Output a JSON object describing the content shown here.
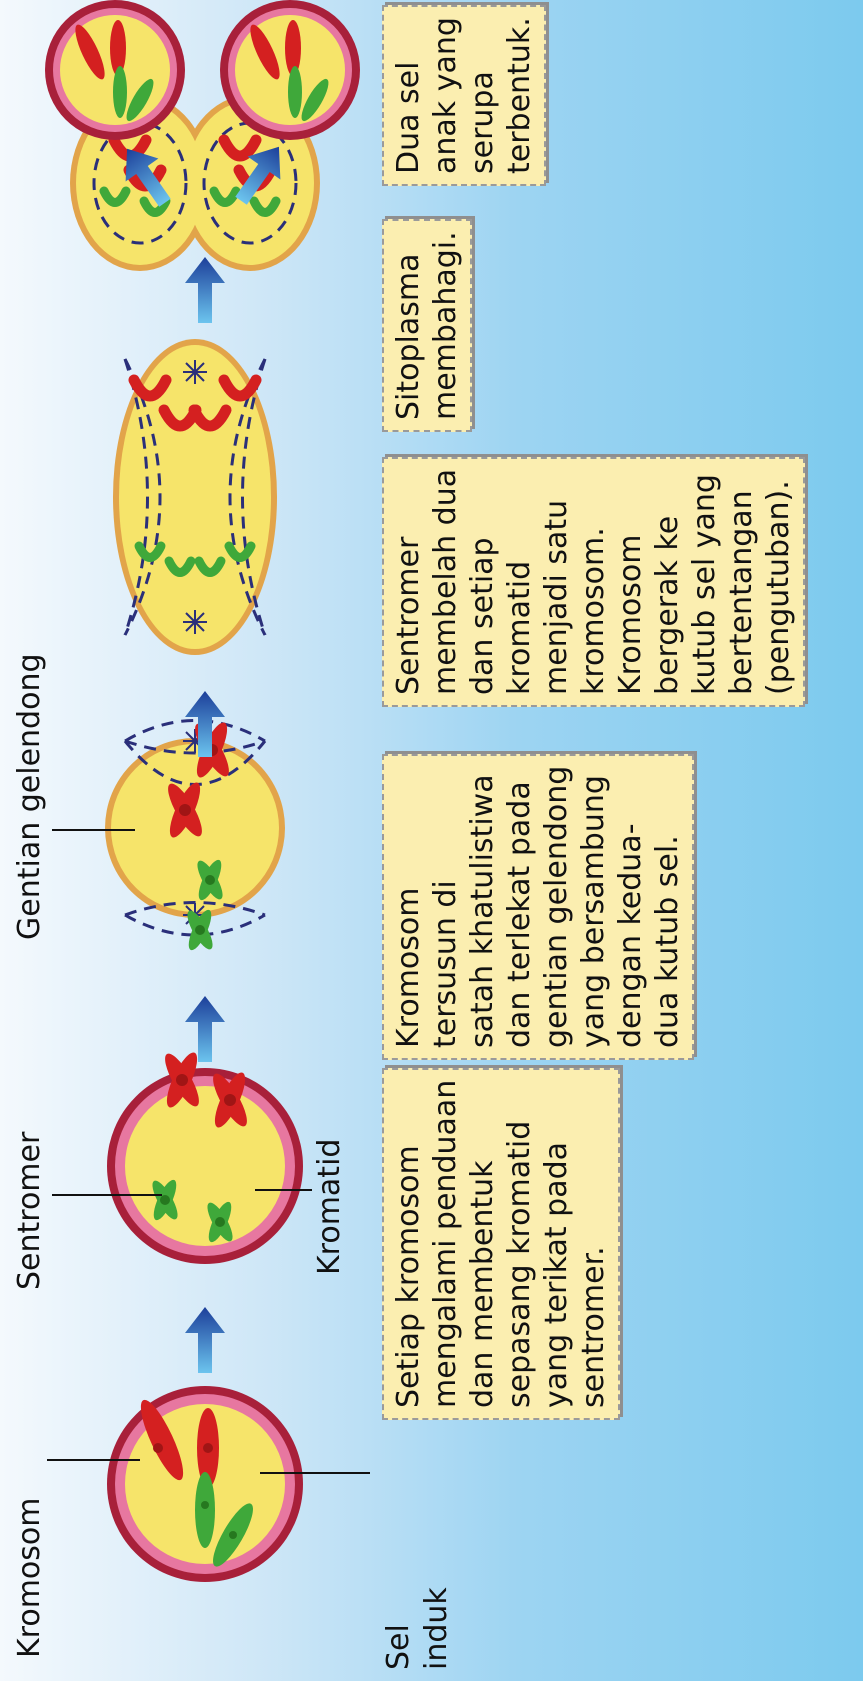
{
  "labels": {
    "kromosom": "Kromosom",
    "sentromer": "Sentromer",
    "gentian_gelendong": "Gentian gelendong",
    "kromatid": "Kromatid",
    "sel_induk": [
      "Sel",
      "induk"
    ]
  },
  "steps": [
    {
      "lines": [
        "Setiap kromosom",
        "mengalami penduaan",
        "dan membentuk",
        "sepasang kromatid",
        "yang terikat pada",
        "sentromer."
      ]
    },
    {
      "lines": [
        "Kromosom",
        "tersusun di",
        "satah khatulistiwa",
        "dan terlekat pada",
        "gentian gelendong",
        "yang bersambung",
        "dengan kedua-",
        "dua kutub sel."
      ]
    },
    {
      "lines": [
        "Sentromer",
        "membelah dua",
        "dan setiap",
        "kromatid",
        "menjadi satu",
        "kromosom.",
        "Kromosom",
        "bergerak ke",
        "kutub sel yang",
        "bertentangan",
        "(pengutuban)."
      ]
    },
    {
      "lines": [
        "Sitoplasma",
        "membahagi."
      ]
    },
    {
      "lines": [
        "Dua sel",
        "anak yang",
        "serupa",
        "terbentuk."
      ]
    }
  ],
  "colors": {
    "cytoplasm": "#f6e46a",
    "membrane": "#e2a44a",
    "nuclear_outer": "#a8203a",
    "nuclear_ring": "#e777a0",
    "chromosome_red": "#d42020",
    "chromosome_green": "#3fa83a",
    "spindle": "#2a2f7a",
    "arrow": "#1e4fa0"
  }
}
